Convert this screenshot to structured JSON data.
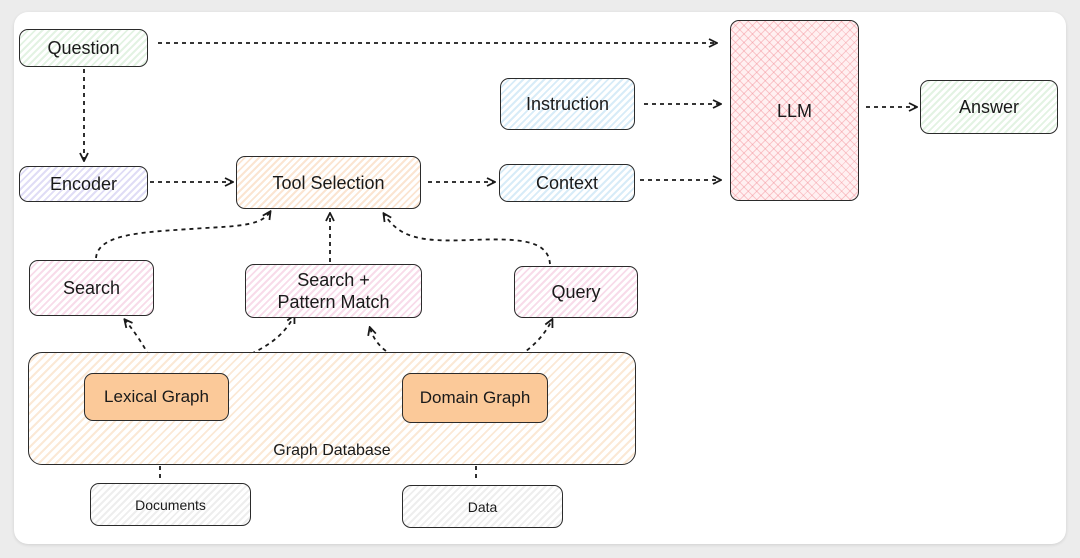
{
  "nodes": {
    "question": "Question",
    "encoder": "Encoder",
    "tool_selection": "Tool Selection",
    "instruction": "Instruction",
    "context": "Context",
    "llm": "LLM",
    "answer": "Answer",
    "search": "Search",
    "search_pattern_line1": "Search +",
    "search_pattern_line2": "Pattern Match",
    "query": "Query",
    "lexical_graph": "Lexical Graph",
    "domain_graph": "Domain Graph",
    "graph_database": "Graph Database",
    "documents": "Documents",
    "data": "Data"
  },
  "colors": {
    "edge": "#1a1a1a",
    "bidirectional_edge": "#f08a24",
    "graph_node_fill": "#fbc999",
    "llm_hatch": "#f07882"
  }
}
